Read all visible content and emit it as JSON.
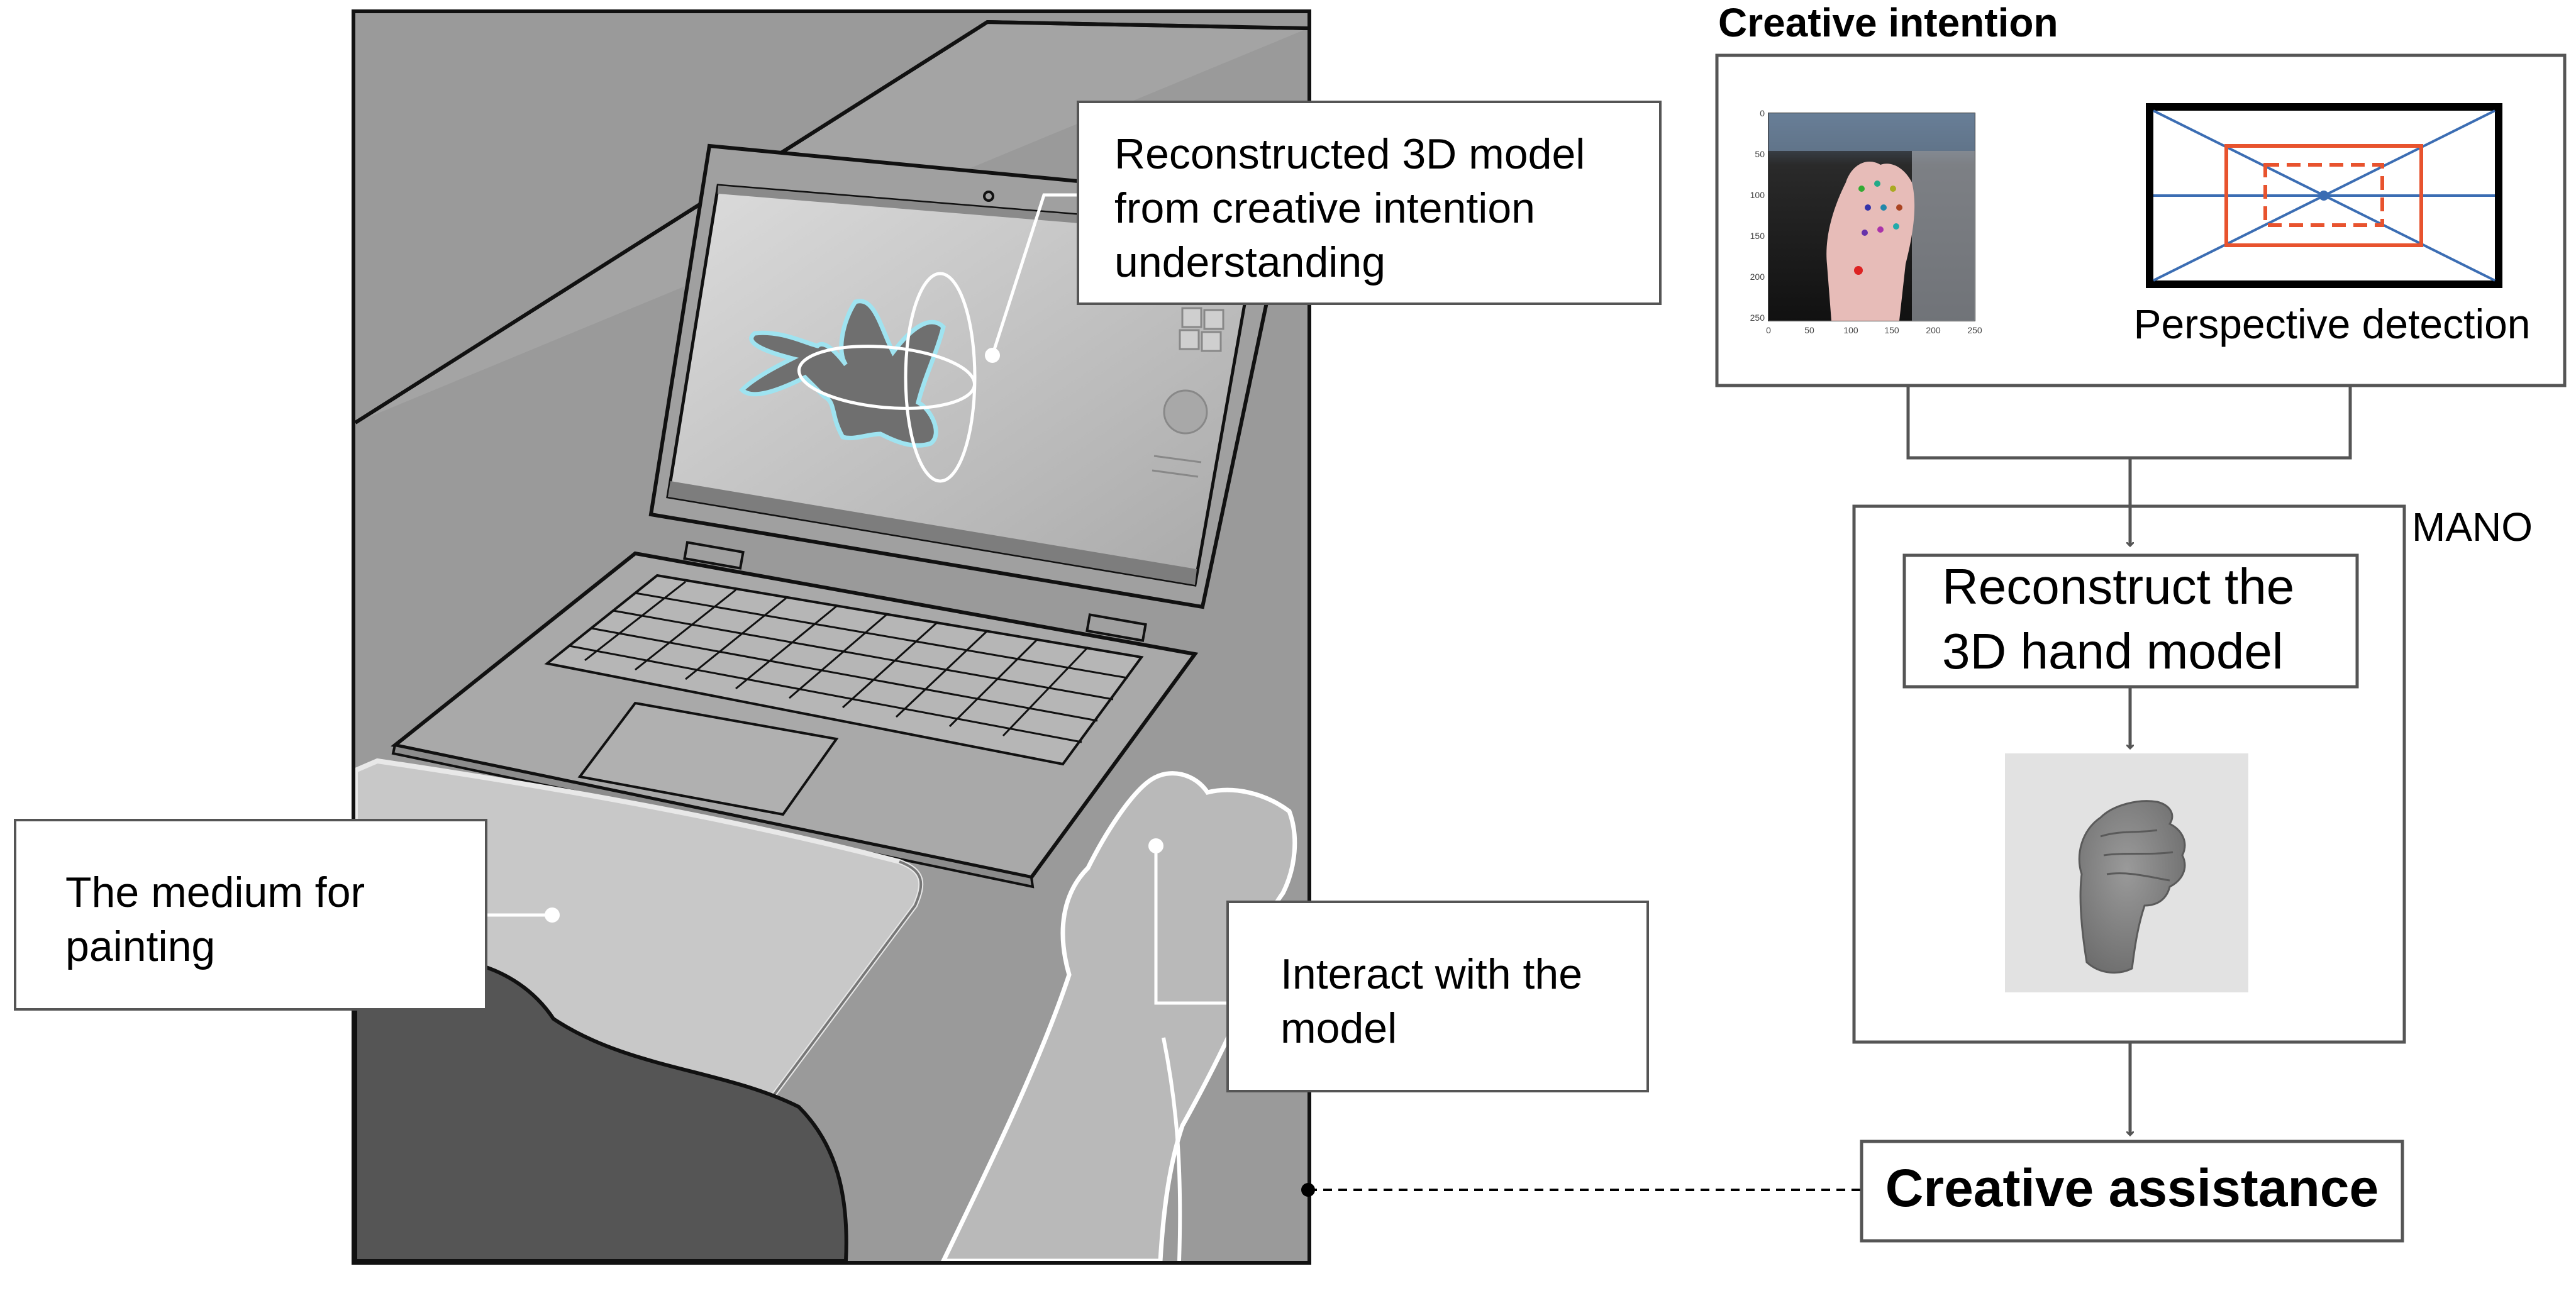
{
  "scene": {
    "callouts": {
      "model": "Reconstructed 3D model from creative intention understanding",
      "medium": "The medium for painting",
      "interact": "Interact with the model"
    }
  },
  "pipeline": {
    "intention_title": "Creative intention",
    "plot_ticks": {
      "y": [
        "0",
        "50",
        "100",
        "150",
        "200",
        "250"
      ],
      "x": [
        "0",
        "50",
        "100",
        "150",
        "200",
        "250"
      ]
    },
    "perspective_label": "Perspective detection",
    "mano_label": "MANO",
    "reconstruct_line1": "Reconstruct the",
    "reconstruct_line2": "3D hand model",
    "assistance_label": "Creative assistance"
  },
  "colors": {
    "scene_bg": "#9a9a9a",
    "laptop_body": "#a9a9a9",
    "screen": "#c8c8c8",
    "hand_outline": "#9fe3f0",
    "perspective_blue": "#3b6db3",
    "perspective_red": "#e8532e",
    "arrow": "#555555"
  }
}
